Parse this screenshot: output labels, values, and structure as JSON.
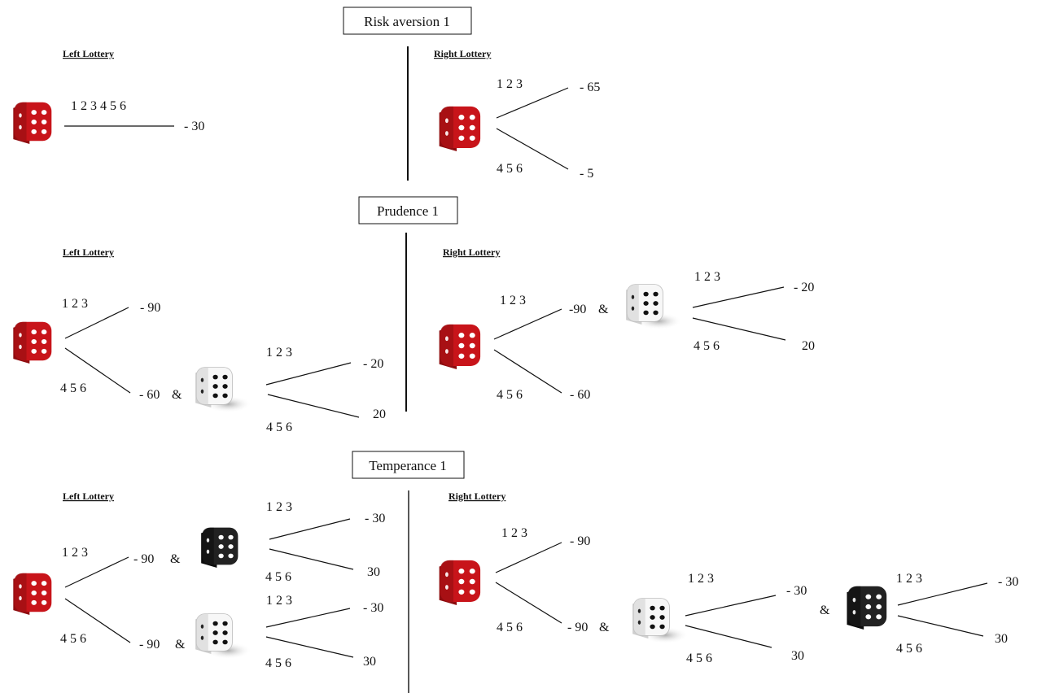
{
  "sections": [
    {
      "title": "Risk aversion 1",
      "left": {
        "heading": "Left Lottery",
        "outcome_label": "1 2 3 4 5 6",
        "outcome_value": "- 30"
      },
      "right": {
        "heading": "Right Lottery",
        "upper_label": "1 2 3",
        "upper_value": "- 65",
        "lower_label": "4 5 6",
        "lower_value": "- 5"
      }
    },
    {
      "title": "Prudence 1",
      "left": {
        "heading": "Left Lottery",
        "upper_label": "1 2 3",
        "upper_value": "- 90",
        "lower_label": "4 5 6",
        "lower_value": "- 60",
        "amp": "&",
        "sub": {
          "upper_label": "1 2 3",
          "upper_value": "- 20",
          "lower_label": "4 5 6",
          "lower_value": "20"
        }
      },
      "right": {
        "heading": "Right Lottery",
        "upper_label": "1 2 3",
        "upper_value": "-90",
        "lower_label": "4 5 6",
        "lower_value": "- 60",
        "amp": "&",
        "sub": {
          "upper_label": "1 2 3",
          "upper_value": "- 20",
          "lower_label": "4 5 6",
          "lower_value": "20"
        }
      }
    },
    {
      "title": "Temperance 1",
      "left": {
        "heading": "Left Lottery",
        "upper_label": "1 2 3",
        "upper_value": "- 90",
        "lower_label": "4 5 6",
        "lower_value": "- 90",
        "amp": "&",
        "sub_black": {
          "upper_label": "1 2 3",
          "upper_value": "- 30",
          "lower_label": "4 5 6",
          "lower_value": "30"
        },
        "sub_white": {
          "upper_label": "1 2 3",
          "upper_value": "- 30",
          "lower_label": "4 5 6",
          "lower_value": "30"
        }
      },
      "right": {
        "heading": "Right Lottery",
        "upper_label": "1 2 3",
        "upper_value": "- 90",
        "lower_label": "4 5 6",
        "lower_value": "- 90",
        "amp": "&",
        "amp2": "&",
        "sub_white": {
          "upper_label": "1 2 3",
          "upper_value": "- 30",
          "lower_label": "4 5 6",
          "lower_value": "30"
        },
        "sub_black": {
          "upper_label": "1 2 3",
          "upper_value": "- 30",
          "lower_label": "4 5 6",
          "lower_value": "30"
        }
      }
    }
  ],
  "dice": {
    "red": {
      "name": "red-die-icon",
      "face": "#c8141a",
      "side": "#8e0d10",
      "pip": "#ffffff"
    },
    "white": {
      "name": "white-die-icon",
      "face": "#f7f7f7",
      "side": "#cfcfcf",
      "pip": "#111111"
    },
    "black": {
      "name": "black-die-icon",
      "face": "#222222",
      "side": "#0b0b0b",
      "pip": "#ffffff"
    }
  }
}
